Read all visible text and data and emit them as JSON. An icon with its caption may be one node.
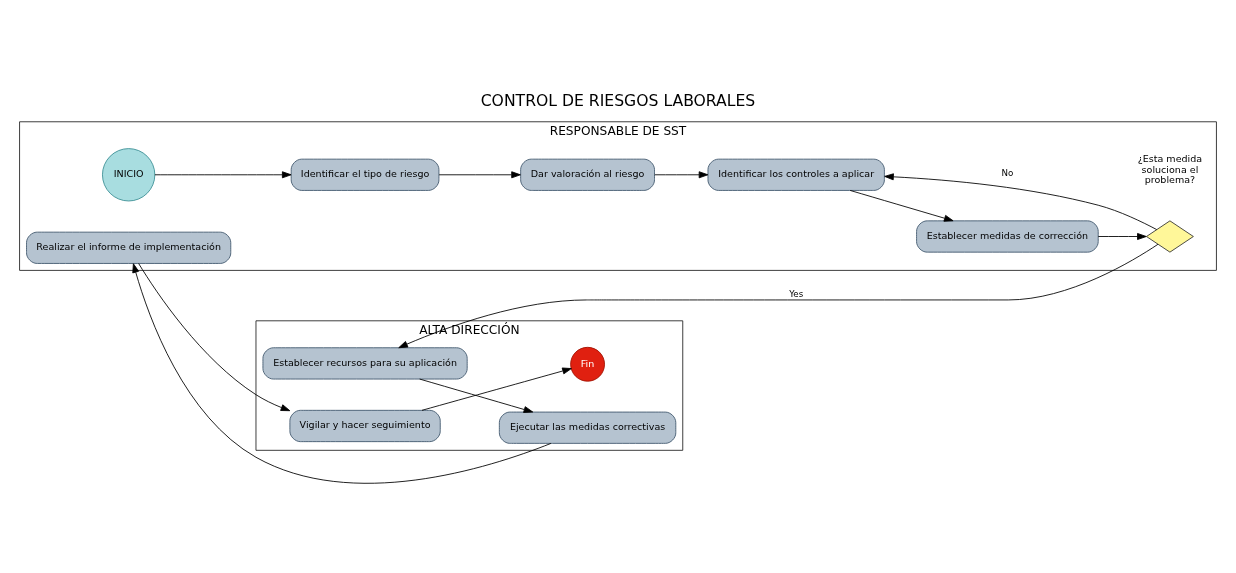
{
  "diagram": {
    "title": "CONTROL DE RIESGOS LABORALES",
    "nodes": [
      {
        "text": [
          "RESPONSABLE DE SST"
        ]
      },
      {
        "text": [
          "INICIO"
        ],
        "in": 0
      },
      {
        "text": [
          "Identificar el tipo de riesgo"
        ],
        "in": 0
      },
      {
        "text": [
          "Dar valoración al riesgo"
        ],
        "in": 0
      },
      {
        "text": [
          "Identificar los controles a aplicar"
        ],
        "in": 0
      },
      {
        "text": [
          "Establecer medidas de corrección"
        ],
        "in": 0
      },
      {
        "text": [],
        "shape": "diamond",
        "in": 0,
        "beside": [
          "¿Esta medida soluciona el problema?"
        ]
      },
      {
        "text": [
          "Realizar el informe de implementación"
        ],
        "in": 0
      },
      {
        "text": [
          "ALTA DIRECCIÓN"
        ]
      },
      {
        "text": [
          "Establecer recursos para su aplicación"
        ],
        "in": 8
      },
      {
        "text": [
          "Ejecutar las medidas correctivas"
        ],
        "in": 8
      },
      {
        "text": [
          "Vigilar y hacer seguimiento"
        ],
        "in": 8
      },
      {
        "text": [
          "Fin"
        ],
        "in": 8
      }
    ],
    "edges": [
      {
        "from": 1,
        "to": 2,
        "arrow": "to"
      },
      {
        "from": 2,
        "to": 3,
        "arrow": "to"
      },
      {
        "from": 3,
        "to": 4,
        "arrow": "to"
      },
      {
        "from": 4,
        "to": 5,
        "arrow": "to"
      },
      {
        "from": 5,
        "to": 6,
        "arrow": "to"
      },
      {
        "from": 6,
        "to": 4,
        "arrow": "to",
        "label": "No"
      },
      {
        "from": 6,
        "to": 9,
        "arrow": "to",
        "label": "Yes"
      },
      {
        "from": 9,
        "to": 10,
        "arrow": "to"
      },
      {
        "from": 10,
        "to": 7,
        "arrow": "to"
      },
      {
        "from": 7,
        "to": 11,
        "arrow": "to"
      },
      {
        "from": 11,
        "to": 12,
        "arrow": "to"
      }
    ]
  }
}
